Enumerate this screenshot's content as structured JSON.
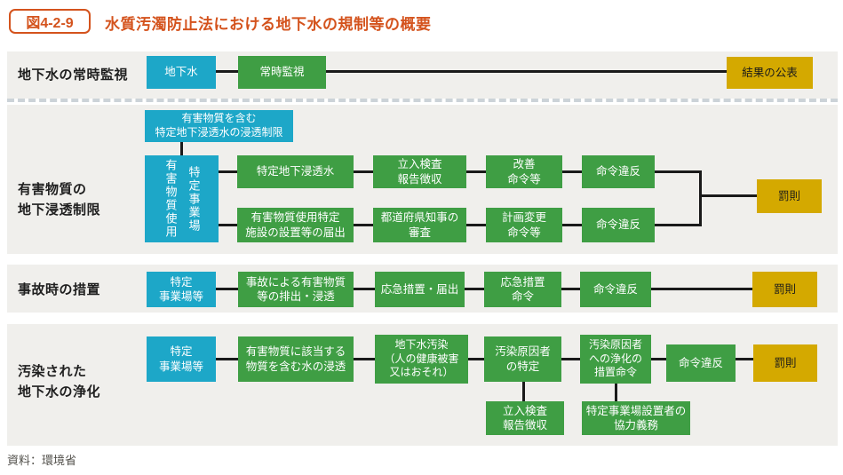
{
  "title": {
    "badge": "図4-2-9",
    "text": "水質汚濁防止法における地下水の規制等の概要"
  },
  "source": "資料：環境省",
  "colors": {
    "accent_orange": "#d4531d",
    "box_cyan": "#1da7c8",
    "box_green": "#3f9e44",
    "box_yellow": "#d4a900",
    "band_gray": "#f0efec",
    "connector_black": "#1a1a1a"
  },
  "sections": {
    "monitoring": {
      "label": "地下水の常時監視",
      "groundwater": "地下水",
      "constant_monitoring": "常時監視",
      "publication": "結果の公表"
    },
    "seepage": {
      "label": "有害物質の\n地下浸透制限",
      "limit_note": "有害物質を含む\n特定地下浸透水の浸透制限",
      "facility": "有害物質使用\n特定事業場",
      "specified_water": "特定地下浸透水",
      "inspection": "立入検査\n報告徴収",
      "improvement_order": "改善\n命令等",
      "violation1": "命令違反",
      "notification": "有害物質使用特定\n施設の設置等の届出",
      "review": "都道府県知事の\n審査",
      "change_order": "計画変更\n命令等",
      "violation2": "命令違反",
      "penalty": "罰則"
    },
    "accident": {
      "label": "事故時の措置",
      "facility": "特定\n事業場等",
      "discharge": "事故による有害物質\n等の排出・浸透",
      "emergency_report": "応急措置・届出",
      "emergency_order": "応急措置\n命令",
      "violation": "命令違反",
      "penalty": "罰則"
    },
    "purification": {
      "label": "汚染された\n地下水の浄化",
      "facility": "特定\n事業場等",
      "seepage_water": "有害物質に該当する\n物質を含む水の浸透",
      "pollution": "地下水汚染\n（人の健康被害\n又はおそれ）",
      "identification": "汚染原因者\nの特定",
      "purification_order": "汚染原因者\nへの浄化の\n措置命令",
      "violation": "命令違反",
      "penalty": "罰則",
      "inspection": "立入検査\n報告徴収",
      "cooperation": "特定事業場設置者の\n協力義務"
    }
  }
}
